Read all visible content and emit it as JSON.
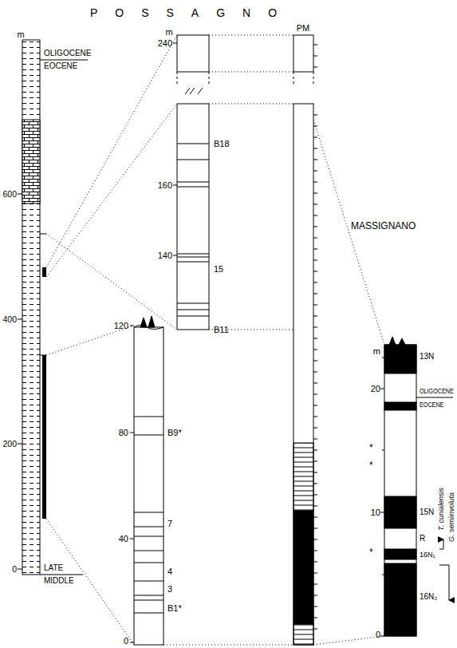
{
  "diagram": {
    "labels": [
      "POSSAGNO",
      "m",
      "OLIGOCENE",
      "EOCENE",
      "600",
      "400",
      "200",
      "0",
      "LATE",
      "MIDDLE",
      "m",
      "240",
      "B18",
      "160",
      "140",
      "15",
      "B11",
      "120",
      "80",
      "B9*",
      "7",
      "40",
      "4",
      "3",
      "B1*",
      "0",
      "PM",
      "MASSIGNANO",
      "m",
      "13N",
      "20",
      "OLIGOCENE",
      "EOCENE",
      "15N",
      "10",
      "R",
      "16N₁",
      "16N₂",
      "0",
      "T. cunialensis",
      "G. semiinvoluta",
      "*",
      "*",
      "*"
    ]
  }
}
